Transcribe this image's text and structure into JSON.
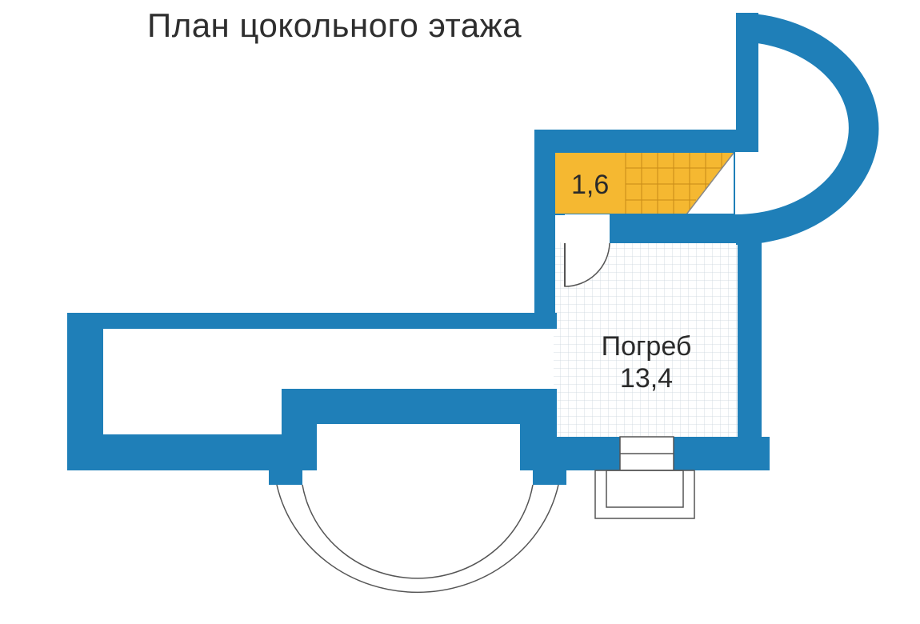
{
  "title": "План цокольного этажа",
  "rooms": {
    "stair": {
      "area": "1,6"
    },
    "cellar": {
      "name": "Погреб",
      "area": "13,4"
    }
  },
  "colors": {
    "wall": "#1f7fb8",
    "stair_fill": "#f5b831",
    "floor_grid": "#d4dce3",
    "line": "#555555",
    "background": "#ffffff"
  }
}
